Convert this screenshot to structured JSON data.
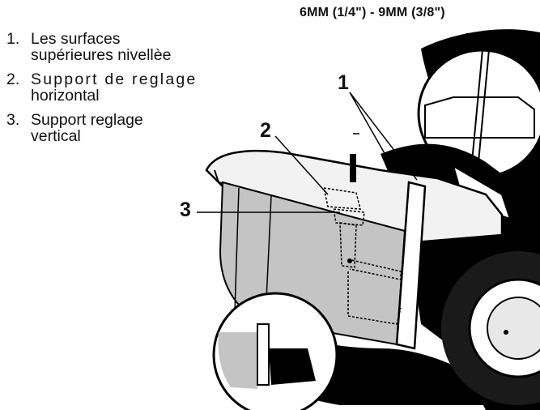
{
  "measurement": "6MM (1/4\") - 9MM (3/8\")",
  "legend": [
    {
      "num": "1.",
      "line1": "Les surfaces",
      "line2": "supérieures nivellèe"
    },
    {
      "num": "2.",
      "line1": "Support de reglage",
      "line2": "horizontal"
    },
    {
      "num": "3.",
      "line1": "Support reglage",
      "line2": "vertical"
    }
  ],
  "callouts": {
    "c1": "1",
    "c2": "2",
    "c3": "3"
  }
}
